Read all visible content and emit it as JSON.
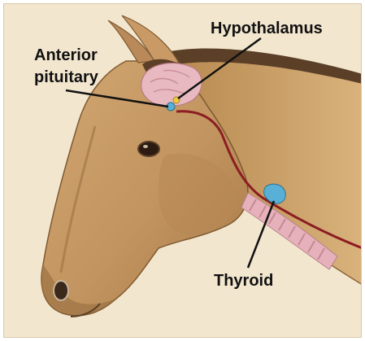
{
  "labels": {
    "hypothalamus": "Hypothalamus",
    "anterior": "Anterior",
    "pituitary": "pituitary",
    "thyroid": "Thyroid"
  },
  "colors": {
    "background": "#f3e6cf",
    "coat": "#c79b63",
    "coat_shadow": "#9d7243",
    "mane": "#5b3f27",
    "brain": "#e8b9c0",
    "vessel": "#8c1d22",
    "gland": "#58b0d6",
    "trachea": "#e6b1ba",
    "leader_line": "#111111"
  }
}
